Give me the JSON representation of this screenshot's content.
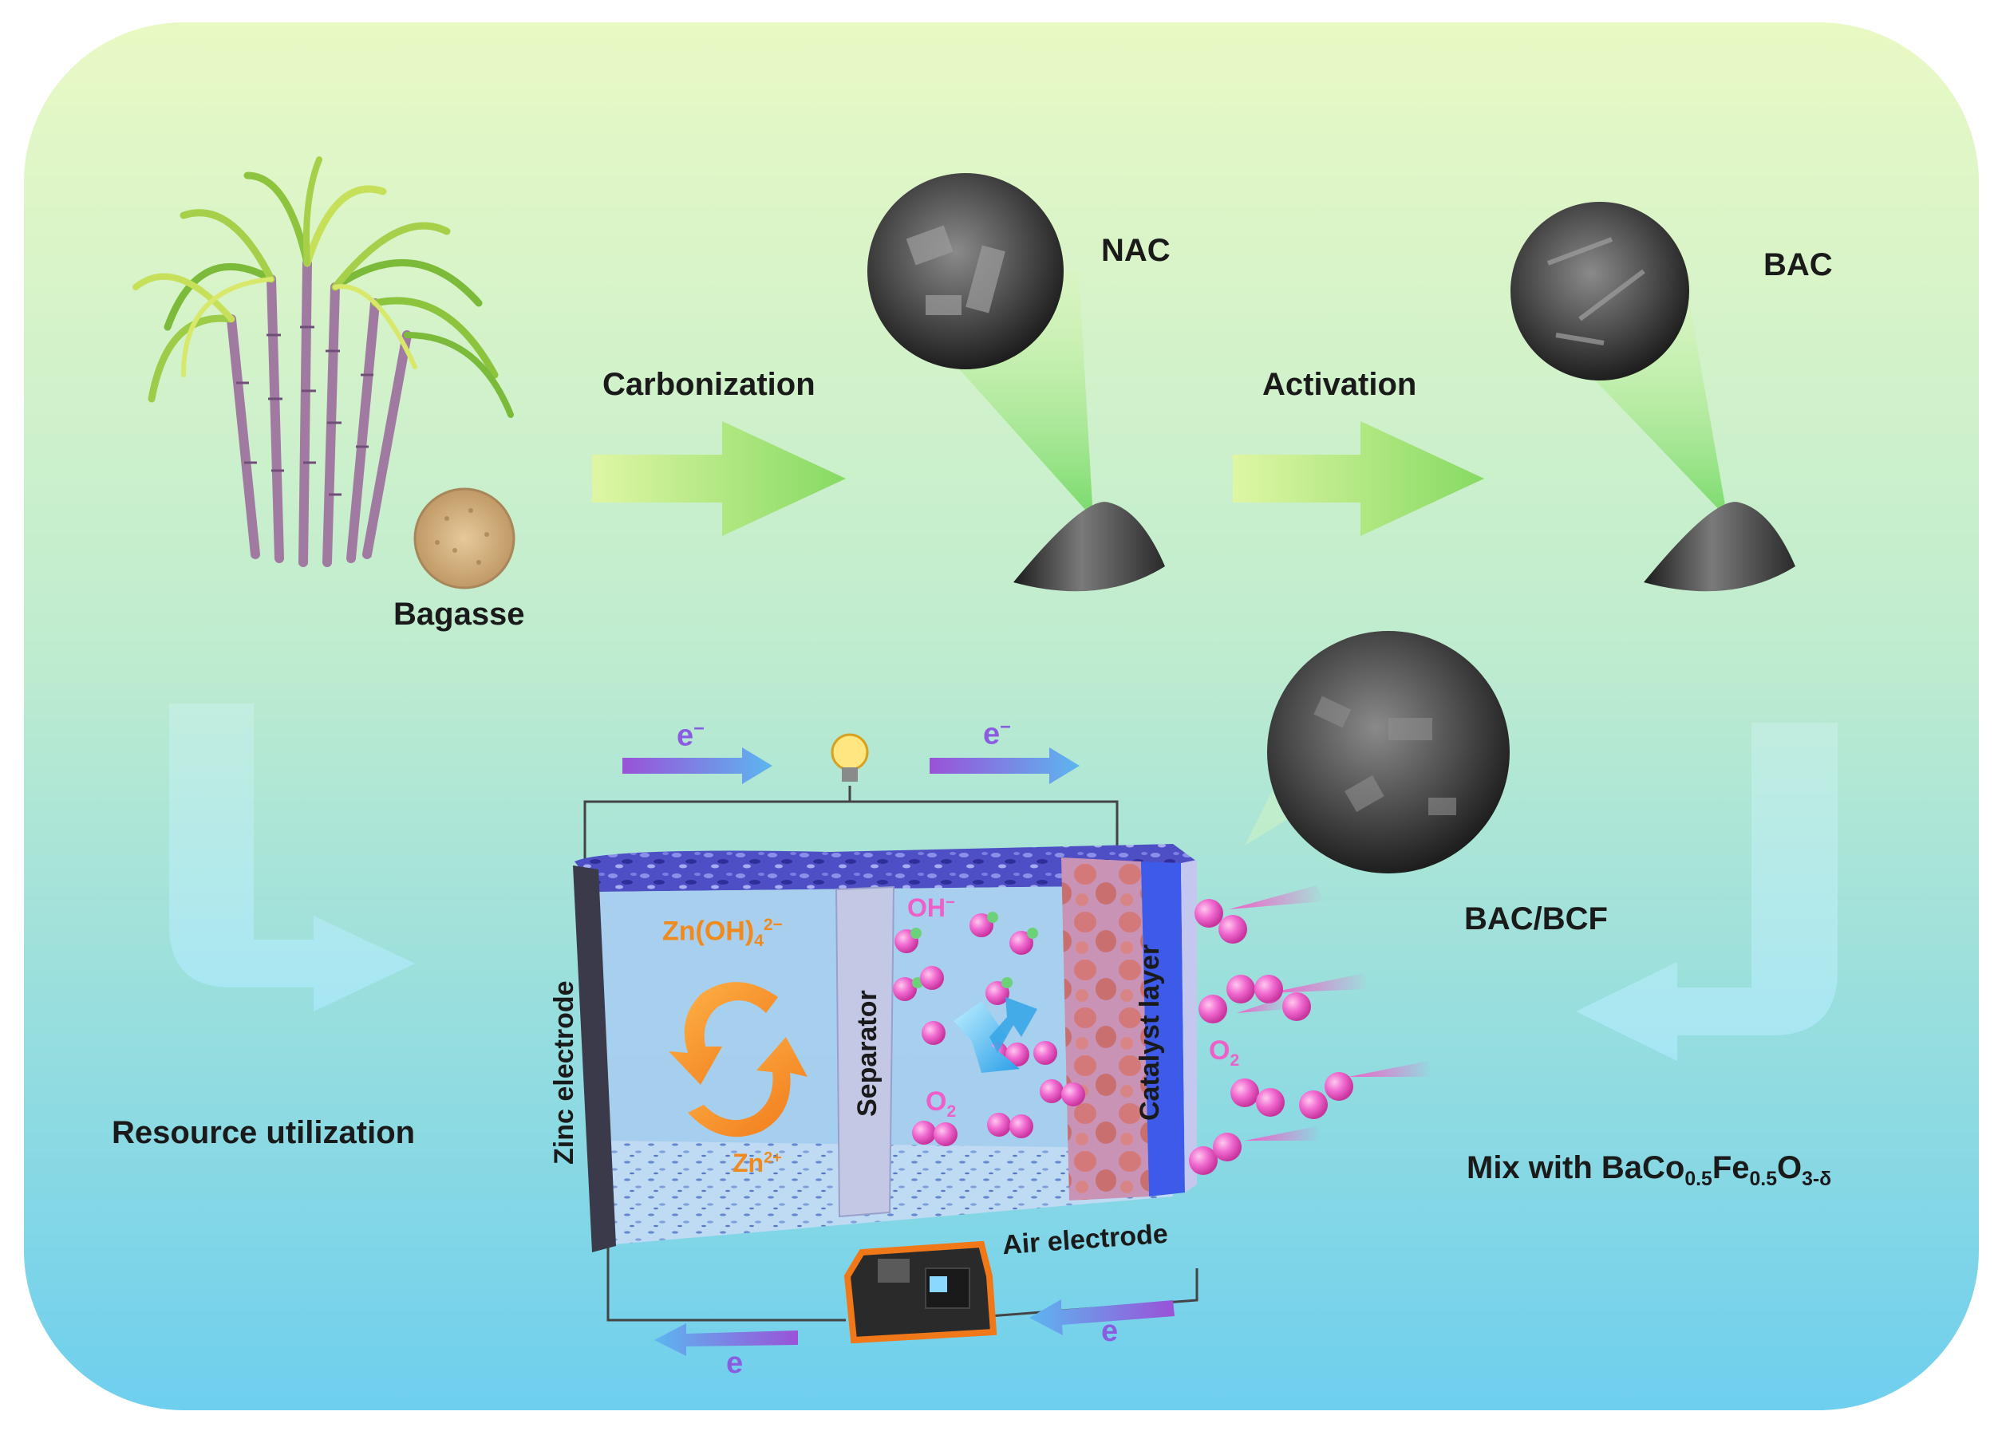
{
  "labels": {
    "bagasse": "Bagasse",
    "carbonization": "Carbonization",
    "activation": "Activation",
    "nac": "NAC",
    "bac": "BAC",
    "bac_bcf": "BAC/BCF",
    "resource_utilization": "Resource utilization",
    "mix_prefix": "Mix with BaCo",
    "mix_sub1": "0.5",
    "mix_fe": "Fe",
    "mix_sub2": "0.5",
    "mix_o": "O",
    "mix_sub3": "3-δ"
  },
  "battery": {
    "zinc_electrode": "Zinc electrode",
    "separator": "Separator",
    "catalyst_layer": "Catalyst layer",
    "air_electrode": "Air electrode",
    "zincate": "Zn(OH)",
    "zincate_sub": "4",
    "zincate_sup": "2−",
    "zinc_ion": "Zn",
    "zinc_ion_sup": "2+",
    "hydroxide": "OH",
    "hydroxide_sup": "−",
    "oxygen_inner": "O",
    "oxygen_inner_sub": "2",
    "oxygen_outer": "O",
    "oxygen_outer_sub": "2",
    "electron": "e",
    "electron_sup": "−"
  },
  "colors": {
    "bg_top": "#e8f8c6",
    "bg_bottom": "#6fd0ee",
    "arrow_green": "#9fe06e",
    "electron_arrow": "#8a5de0",
    "molecule": "#ee5fc7",
    "zincate_text": "#f08a1c"
  }
}
